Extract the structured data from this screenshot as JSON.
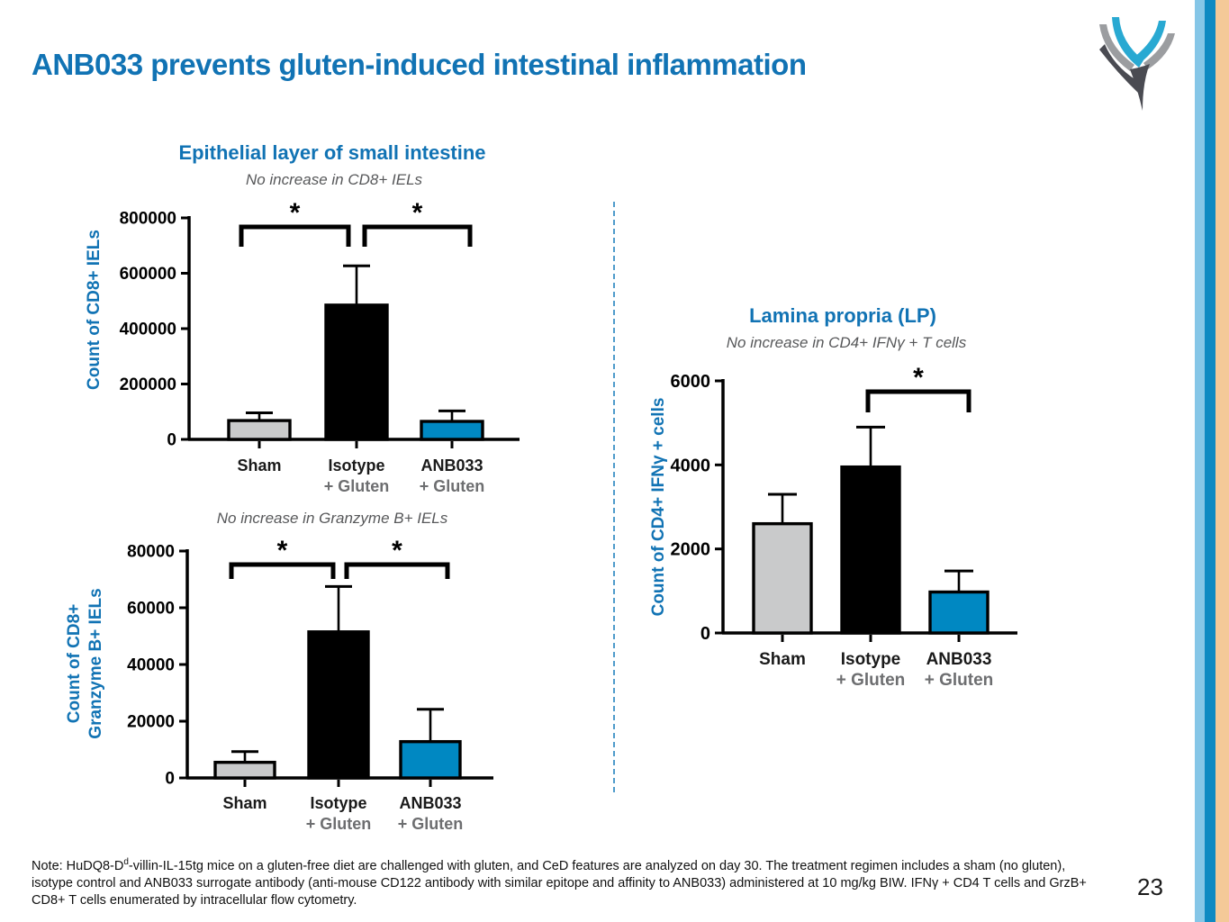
{
  "slide": {
    "title": "ANB033 prevents gluten-induced intestinal inflammation",
    "page_number": "23",
    "note": {
      "line1_pre": "Note: HuDQ8-D",
      "line1_sup": "d",
      "line1_post": "-villin-IL-15tg mice on a gluten-free diet are challenged with gluten, and CeD features are analyzed on day 30. The treatment regimen",
      "line2": "includes a sham (no gluten), isotype control and ANB033 surrogate antibody (anti-mouse CD122 antibody with similar epitope and affinity to ANB033)",
      "line3": "administered at 10 mg/kg BIW. IFNγ + CD4 T cells and GrzB+ CD8+ T cells enumerated by intracellular flow cytometry."
    }
  },
  "sections": {
    "left": {
      "heading": "Epithelial layer of small intestine"
    },
    "right": {
      "heading": "Lamina propria (LP)"
    }
  },
  "colors": {
    "heading_blue": "#1173B4",
    "bar_gray": "#C9CACB",
    "bar_black": "#000000",
    "bar_blue": "#0088C2",
    "category_gray": "#6D6E70",
    "axis_black": "#000000",
    "divider_blue": "#4E9BCB",
    "stripe_light_blue": "#85C6E7",
    "stripe_dark_blue": "#0E8AC2",
    "stripe_tan": "#F4C998",
    "logo_teal": "#29A9D2",
    "logo_gray": "#9B9DA0",
    "logo_dark": "#4A4B52"
  },
  "chart_data": [
    {
      "type": "bar",
      "title": "No increase in CD8+ IELs",
      "ylabel_lines": [
        "Count of CD8+ IELs"
      ],
      "ymax": 800000,
      "yticks": [
        0,
        200000,
        400000,
        600000,
        800000
      ],
      "categories": [
        [
          "Sham",
          ""
        ],
        [
          "Isotype",
          "+ Gluten"
        ],
        [
          "ANB033",
          "+ Gluten"
        ]
      ],
      "values": [
        68000,
        485000,
        65000
      ],
      "errors": [
        28000,
        142000,
        38000
      ],
      "bar_colors": [
        "#C9CACB",
        "#000000",
        "#0088C2"
      ],
      "significance": [
        {
          "from": 0,
          "to": 1,
          "label": "*"
        },
        {
          "from": 1,
          "to": 2,
          "label": "*"
        }
      ],
      "grid": false,
      "legend": "none"
    },
    {
      "type": "bar",
      "title": "No increase in Granzyme B+ IELs",
      "ylabel_lines": [
        "Count of CD8+",
        "Granzyme B+ IELs"
      ],
      "ymax": 80000,
      "yticks": [
        0,
        20000,
        40000,
        60000,
        80000
      ],
      "categories": [
        [
          "Sham",
          ""
        ],
        [
          "Isotype",
          "+ Gluten"
        ],
        [
          "ANB033",
          "+ Gluten"
        ]
      ],
      "values": [
        5500,
        51500,
        12800
      ],
      "errors": [
        3800,
        16000,
        11400
      ],
      "bar_colors": [
        "#C9CACB",
        "#000000",
        "#0088C2"
      ],
      "significance": [
        {
          "from": 0,
          "to": 1,
          "label": "*"
        },
        {
          "from": 1,
          "to": 2,
          "label": "*"
        }
      ],
      "grid": false,
      "legend": "none"
    },
    {
      "type": "bar",
      "title": "No increase in CD4+ IFNγ + T cells",
      "ylabel_lines": [
        "Count of CD4+ IFNγ + cells"
      ],
      "ymax": 6000,
      "yticks": [
        0,
        2000,
        4000,
        6000
      ],
      "categories": [
        [
          "Sham",
          ""
        ],
        [
          "Isotype",
          "+ Gluten"
        ],
        [
          "ANB033",
          "+ Gluten"
        ]
      ],
      "values": [
        2600,
        3950,
        975
      ],
      "errors": [
        700,
        950,
        500
      ],
      "bar_colors": [
        "#C9CACB",
        "#000000",
        "#0088C2"
      ],
      "significance": [
        {
          "from": 1,
          "to": 2,
          "label": "*"
        }
      ],
      "grid": false,
      "legend": "none"
    }
  ]
}
